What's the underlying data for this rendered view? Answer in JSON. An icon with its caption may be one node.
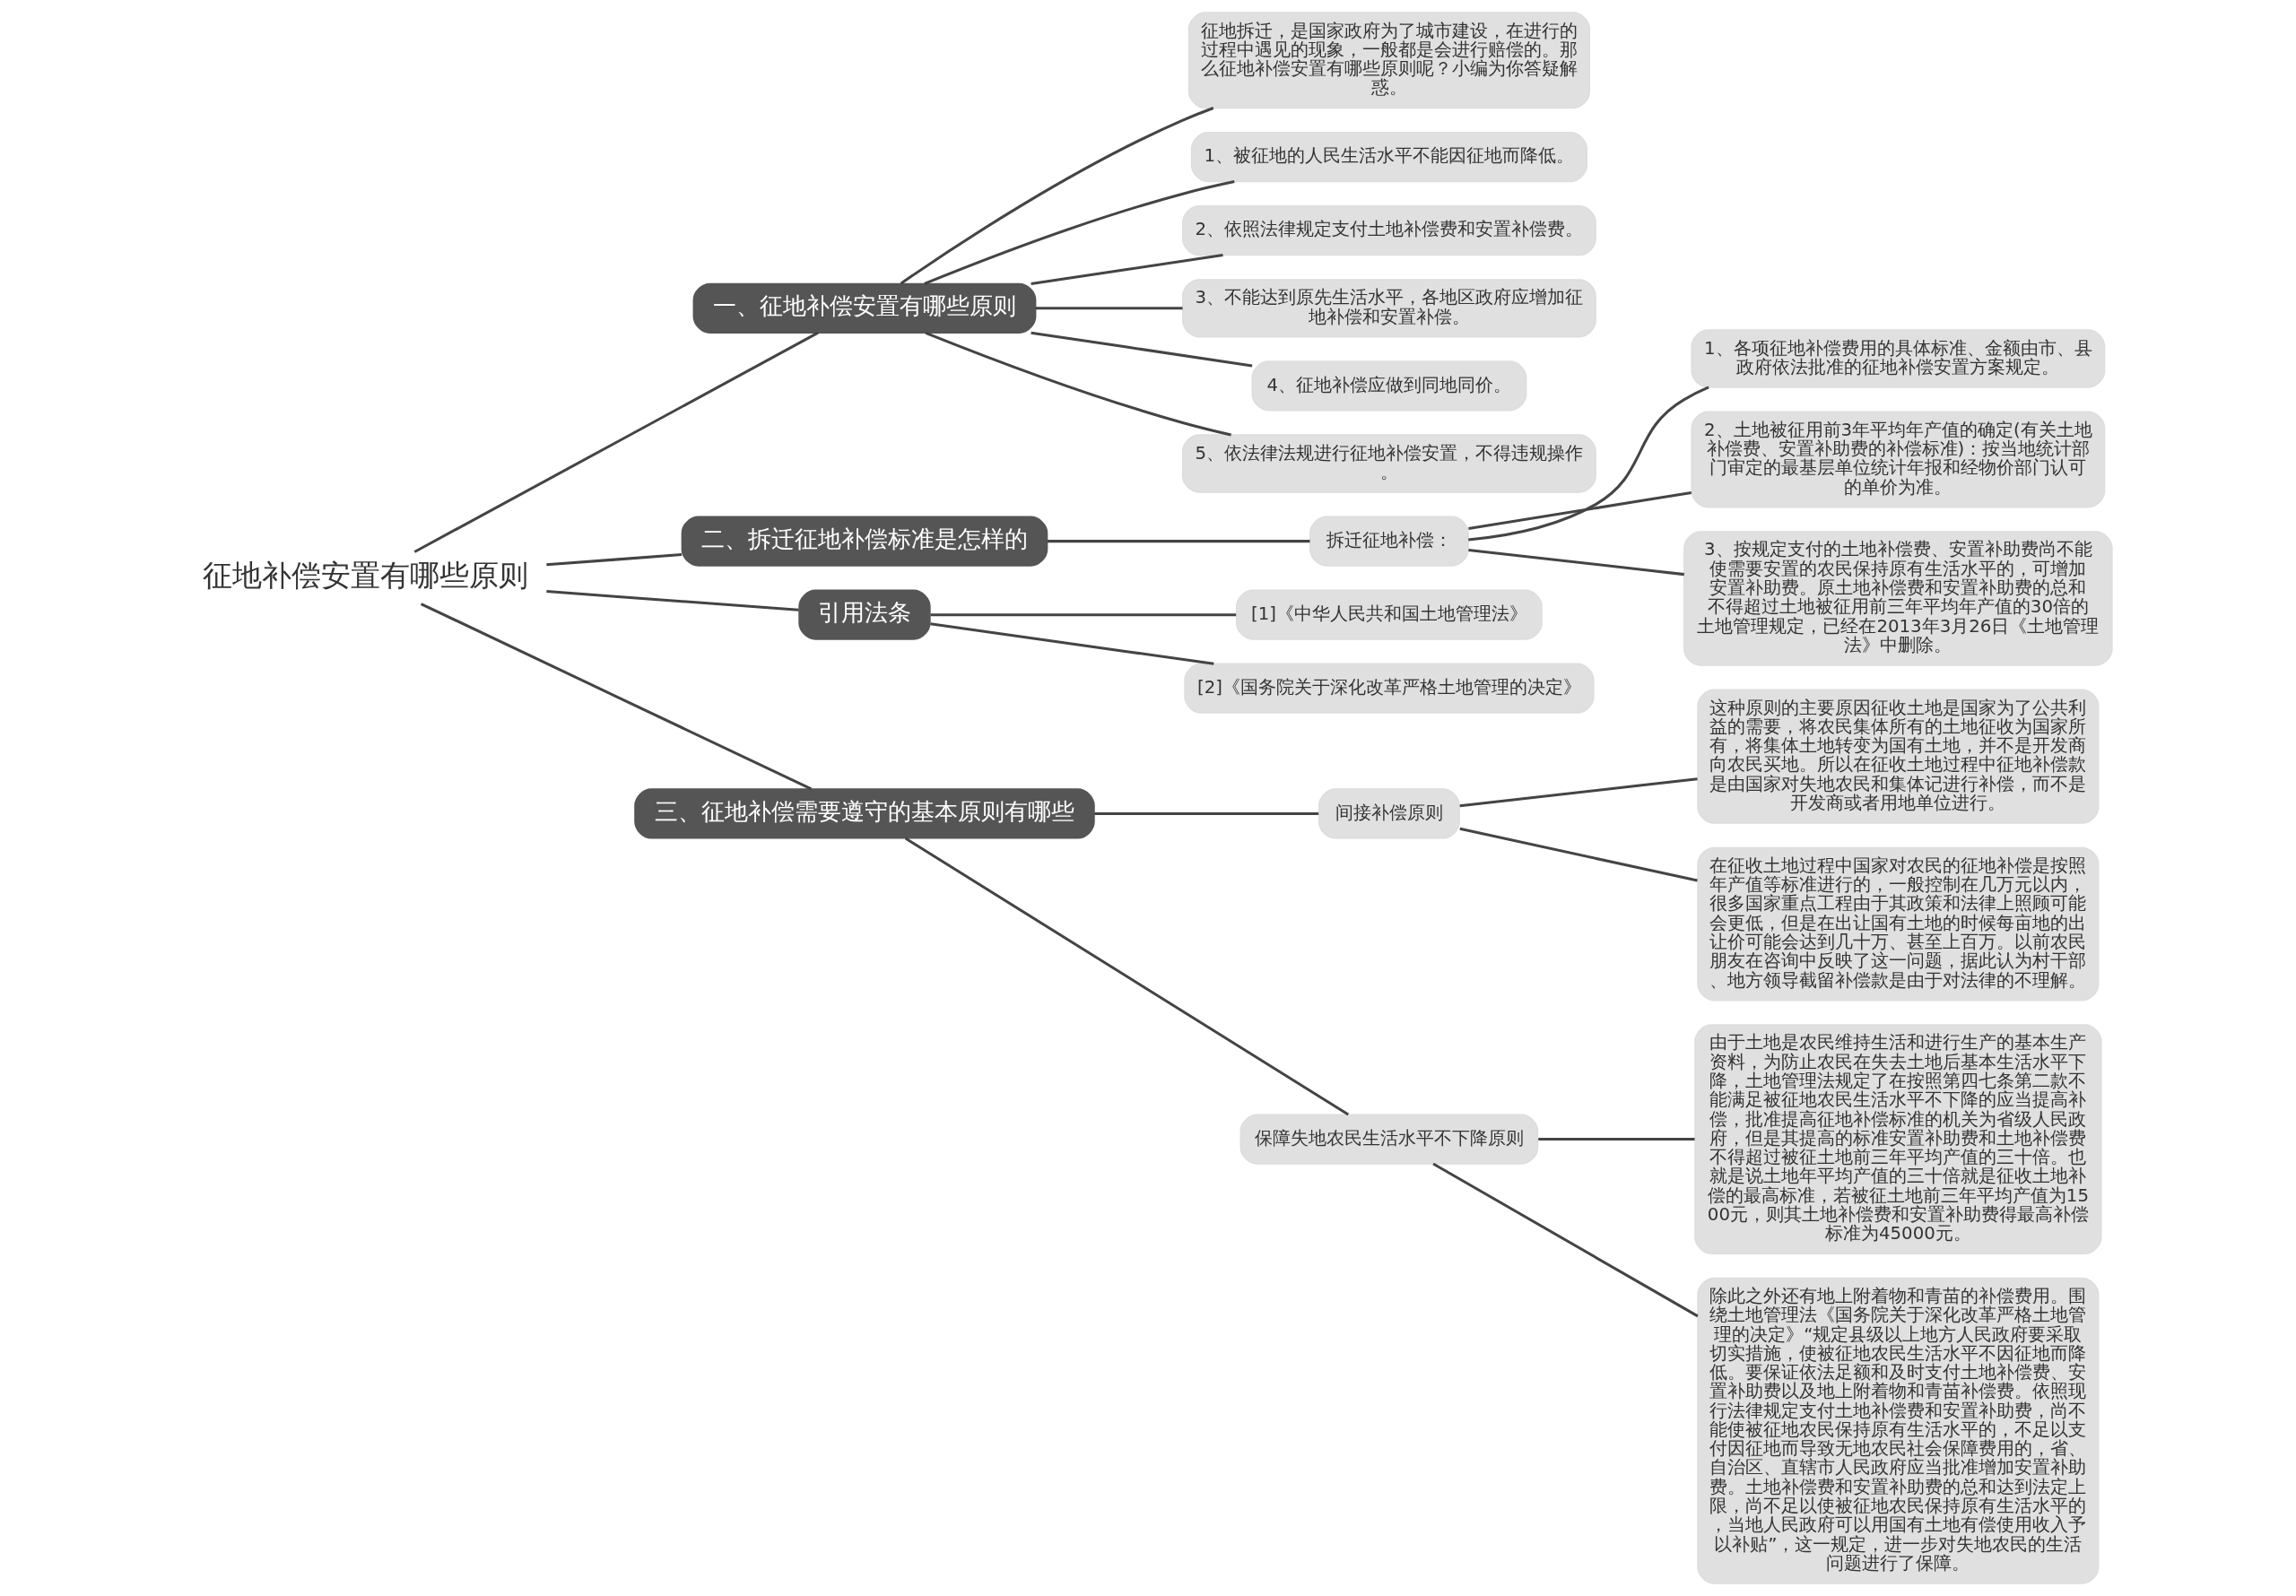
{
  "diagram": {
    "nodes": [
      {
        "text": [
          "征地补偿安置有哪些原则"
        ]
      },
      {
        "text": [
          "一、征地补偿安置有哪些原则"
        ]
      },
      {
        "text": [
          "征地拆迁，是国家政府为了城市建设，在进行的过程中遇见的现象，一般都是会进行赔偿的。那么征地补偿安置有哪些原则呢？小编为你答疑解惑。"
        ]
      },
      {
        "text": [
          "1、被征地的人民生活水平不能因征地而降低。"
        ]
      },
      {
        "text": [
          "2、依照法律规定支付土地补偿费和安置补偿费。"
        ]
      },
      {
        "text": [
          "3、不能达到原先生活水平，各地区政府应增加征地补偿和安置补偿。"
        ]
      },
      {
        "text": [
          "4、征地补偿应做到同地同价。"
        ]
      },
      {
        "text": [
          "5、依法律法规进行征地补偿安置，不得违规操作。"
        ]
      },
      {
        "text": [
          "二、拆迁征地补偿标准是怎样的"
        ]
      },
      {
        "text": [
          "拆迁征地补偿："
        ]
      },
      {
        "text": [
          "1、各项征地补偿费用的具体标准、金额由市、县政府依法批准的征地补偿安置方案规定。"
        ]
      },
      {
        "text": [
          "2、土地被征用前3年平均年产值的确定(有关土地补偿费、安置补助费的补偿标准)：按当地统计部门审定的最基层单位统计年报和经物价部门认可的单价为准。"
        ]
      },
      {
        "text": [
          "3、按规定支付的土地补偿费、安置补助费尚不能使需要安置的农民保持原有生活水平的，可增加安置补助费。原土地补偿费和安置补助费的总和不得超过土地被征用前三年平均年产值的30倍的土地管理规定，已经在2013年3月26日《土地管理法》中删除。"
        ]
      },
      {
        "text": [
          "引用法条"
        ]
      },
      {
        "text": [
          "[1]《中华人民共和国土地管理法》"
        ]
      },
      {
        "text": [
          "[2]《国务院关于深化改革严格土地管理的决定》"
        ]
      },
      {
        "text": [
          "三、征地补偿需要遵守的基本原则有哪些"
        ]
      },
      {
        "text": [
          "间接补偿原则"
        ]
      },
      {
        "text": [
          "这种原则的主要原因征收土地是国家为了公共利益的需要，将农民集体所有的土地征收为国家所有，将集体土地转变为国有土地，并不是开发商向农民买地。所以在征收土地过程中征地补偿款是由国家对失地农民和集体记进行补偿，而不是开发商或者用地单位进行。"
        ]
      },
      {
        "text": [
          "在征收土地过程中国家对农民的征地补偿是按照年产值等标准进行的，一般控制在几万元以内，很多国家重点工程由于其政策和法律上照顾可能会更低，但是在出让国有土地的时候每亩地的出让价可能会达到几十万、甚至上百万。以前农民朋友在咨询中反映了这一问题，据此认为村干部、地方领导截留补偿款是由于对法律的不理解。"
        ]
      },
      {
        "text": [
          "保障失地农民生活水平不下降原则"
        ]
      },
      {
        "text": [
          "由于土地是农民维持生活和进行生产的基本生产资料，为防止农民在失去土地后基本生活水平下降，土地管理法规定了在按照第四七条第二款不能满足被征地农民生活水平不下降的应当提高补偿，批准提高征地补偿标准的机关为省级人民政府，但是其提高的标准安置补助费和土地补偿费不得超过被征土地前三年平均产值的三十倍。也就是说土地年平均产值的三十倍就是征收土地补偿的最高标准，若被征土地前三年平均产值为1500元，则其土地补偿费和安置补助费得最高补偿标准为45000元。"
        ]
      },
      {
        "text": [
          "除此之外还有地上附着物和青苗的补偿费用。围绕土地管理法《国务院关于深化改革严格土地管理的决定》“规定县级以上地方人民政府要采取切实措施，使被征地农民生活水平不因征地而降低。要保证依法足额和及时支付土地补偿费、安置补助费以及地上附着物和青苗补偿费。依照现行法律规定支付土地补偿费和安置补助费，尚不能使被征地农民保持原有生活水平的，不足以支付因征地而导致无地农民社会保障费用的，省、自治区、直辖市人民政府应当批准增加安置补助费。土地补偿费和安置补助费的总和达到法定上限，尚不足以使被征地农民保持原有生活水平的，当地人民政府可以用国有土地有偿使用收入予以补贴”，这一规定，进一步对失地农民的生活问题进行了保障。"
        ]
      }
    ],
    "edges": [
      {
        "from": 0,
        "to": 1,
        "arrow": "none"
      },
      {
        "from": 1,
        "to": 2,
        "arrow": "none"
      },
      {
        "from": 1,
        "to": 3,
        "arrow": "none"
      },
      {
        "from": 1,
        "to": 4,
        "arrow": "none"
      },
      {
        "from": 1,
        "to": 5,
        "arrow": "none"
      },
      {
        "from": 1,
        "to": 6,
        "arrow": "none"
      },
      {
        "from": 1,
        "to": 7,
        "arrow": "none"
      },
      {
        "from": 0,
        "to": 8,
        "arrow": "none"
      },
      {
        "from": 8,
        "to": 9,
        "arrow": "none"
      },
      {
        "from": 9,
        "to": 10,
        "arrow": "none"
      },
      {
        "from": 9,
        "to": 11,
        "arrow": "none"
      },
      {
        "from": 9,
        "to": 12,
        "arrow": "none"
      },
      {
        "from": 0,
        "to": 13,
        "arrow": "none"
      },
      {
        "from": 13,
        "to": 14,
        "arrow": "none"
      },
      {
        "from": 13,
        "to": 15,
        "arrow": "none"
      },
      {
        "from": 0,
        "to": 16,
        "arrow": "none"
      },
      {
        "from": 16,
        "to": 17,
        "arrow": "none"
      },
      {
        "from": 17,
        "to": 18,
        "arrow": "none"
      },
      {
        "from": 17,
        "to": 19,
        "arrow": "none"
      },
      {
        "from": 16,
        "to": 20,
        "arrow": "none"
      },
      {
        "from": 20,
        "to": 21,
        "arrow": "none"
      },
      {
        "from": 20,
        "to": 22,
        "arrow": "none"
      }
    ]
  }
}
